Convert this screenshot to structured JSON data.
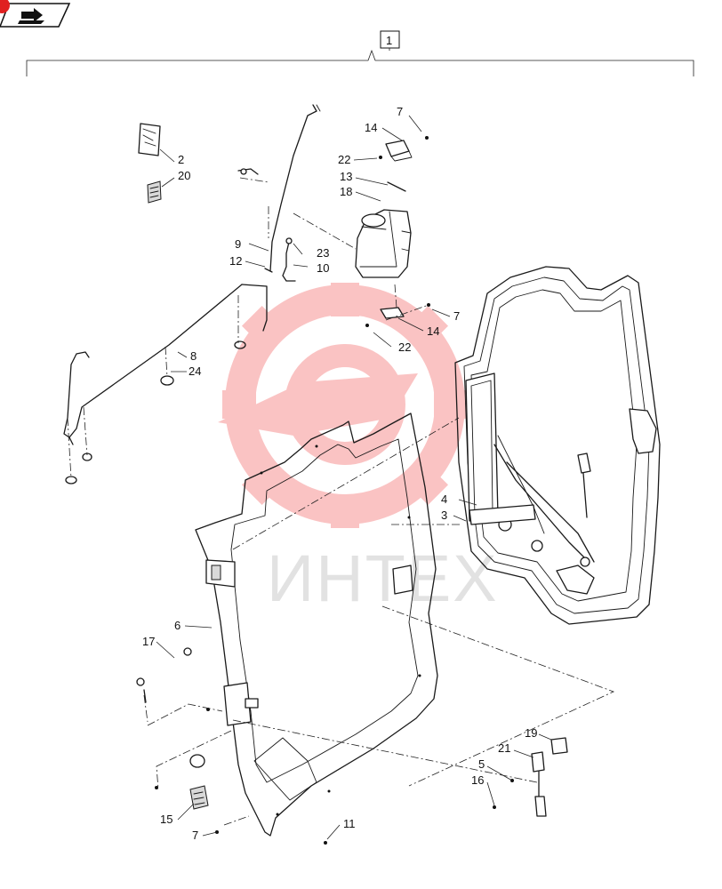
{
  "nav_icon": "book-arrow-icon",
  "assembly_ref": "1",
  "watermark": {
    "text": "ИНТЕХ",
    "color": "#ef2b2b"
  },
  "callouts": [
    {
      "id": "c2",
      "label": "2"
    },
    {
      "id": "c20",
      "label": "20"
    },
    {
      "id": "c14a",
      "label": "14"
    },
    {
      "id": "c7a",
      "label": "7"
    },
    {
      "id": "c22a",
      "label": "22"
    },
    {
      "id": "c13",
      "label": "13"
    },
    {
      "id": "c18",
      "label": "18"
    },
    {
      "id": "c9",
      "label": "9"
    },
    {
      "id": "c23",
      "label": "23"
    },
    {
      "id": "c12",
      "label": "12"
    },
    {
      "id": "c10",
      "label": "10"
    },
    {
      "id": "c7b",
      "label": "7"
    },
    {
      "id": "c14b",
      "label": "14"
    },
    {
      "id": "c22b",
      "label": "22"
    },
    {
      "id": "c8",
      "label": "8"
    },
    {
      "id": "c24",
      "label": "24"
    },
    {
      "id": "c4",
      "label": "4"
    },
    {
      "id": "c3",
      "label": "3"
    },
    {
      "id": "c6",
      "label": "6"
    },
    {
      "id": "c17",
      "label": "17"
    },
    {
      "id": "c19",
      "label": "19"
    },
    {
      "id": "c21",
      "label": "21"
    },
    {
      "id": "c5",
      "label": "5"
    },
    {
      "id": "c16",
      "label": "16"
    },
    {
      "id": "c15",
      "label": "15"
    },
    {
      "id": "c7c",
      "label": "7"
    },
    {
      "id": "c11",
      "label": "11"
    }
  ]
}
